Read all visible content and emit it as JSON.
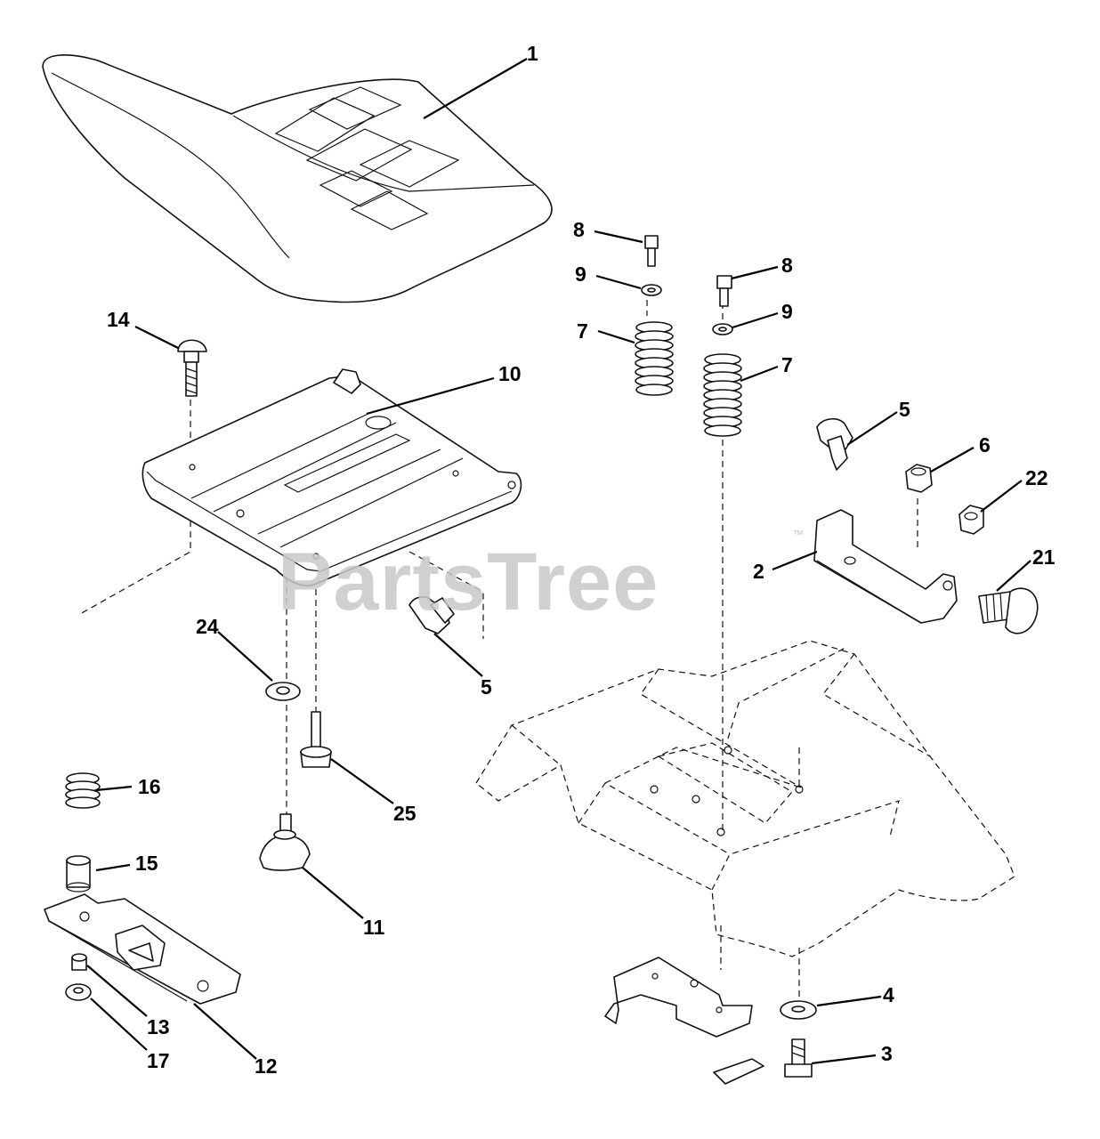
{
  "watermark": {
    "text": "PartsTree",
    "mark": "™"
  },
  "callouts": {
    "c1": "1",
    "c2": "2",
    "c3": "3",
    "c4": "4",
    "c5a": "5",
    "c5b": "5",
    "c6": "6",
    "c7a": "7",
    "c7b": "7",
    "c8a": "8",
    "c8b": "8",
    "c9a": "9",
    "c9b": "9",
    "c10": "10",
    "c11": "11",
    "c12": "12",
    "c13": "13",
    "c14": "14",
    "c15": "15",
    "c16": "16",
    "c17": "17",
    "c21": "21",
    "c22": "22",
    "c24": "24",
    "c25": "25"
  }
}
